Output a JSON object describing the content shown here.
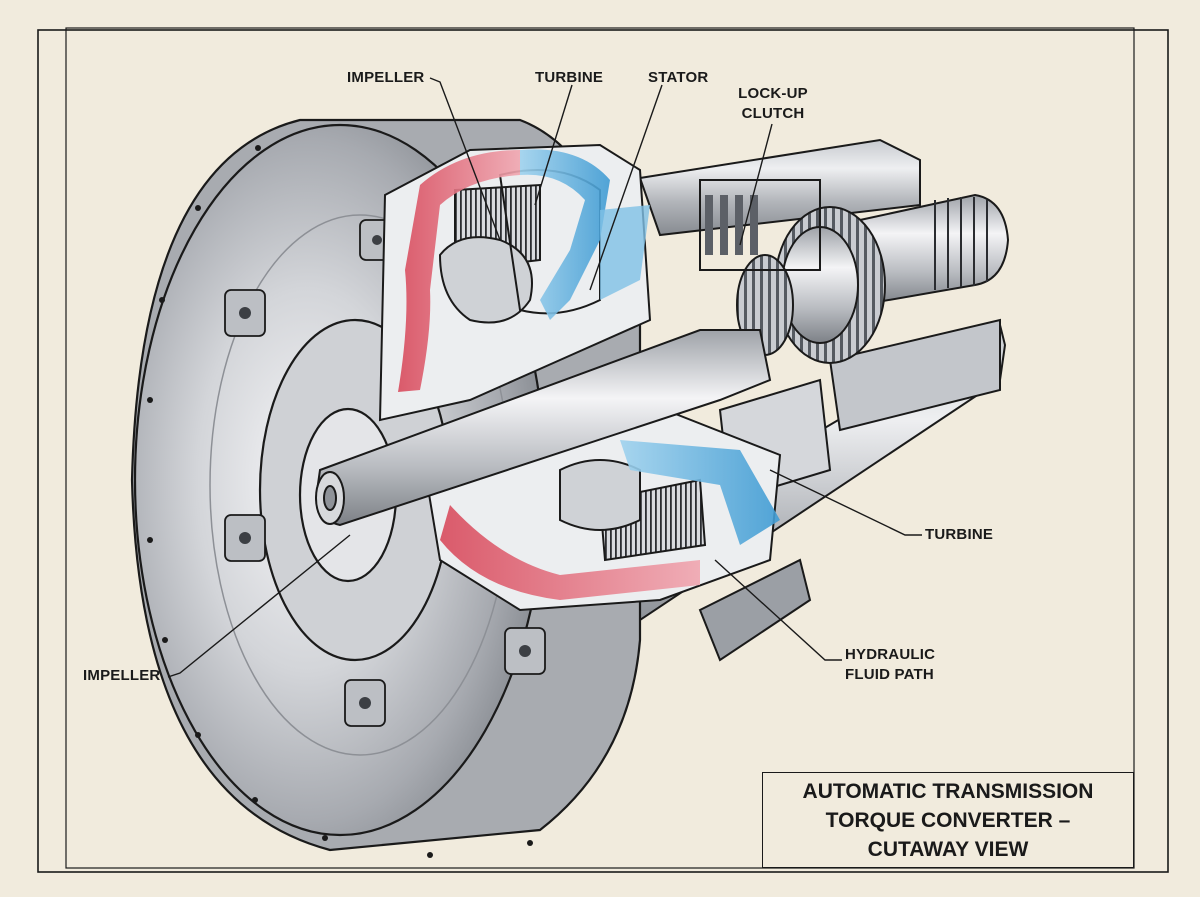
{
  "labels": {
    "impeller_top": "IMPELLER",
    "turbine_top": "TURBINE",
    "stator": "STATOR",
    "lockup_line1": "LOCK-UP",
    "lockup_line2": "CLUTCH",
    "turbine_right": "TURBINE",
    "hydraulic_line1": "HYDRAULIC",
    "hydraulic_line2": "FLUID PATH",
    "impeller_left": "IMPELLER"
  },
  "title": {
    "line1": "AUTOMATIC TRANSMISSION",
    "line2": "TORQUE CONVERTER –",
    "line3": "CUTAWAY VIEW"
  },
  "colors": {
    "paper": "#f1ebdd",
    "ink": "#1a1a1a",
    "metal_light": "#e8e8ea",
    "metal_mid": "#b4b7bc",
    "metal_dark": "#6f7379",
    "fluid_red": "#d84a5c",
    "fluid_blue": "#4aa3d8"
  }
}
